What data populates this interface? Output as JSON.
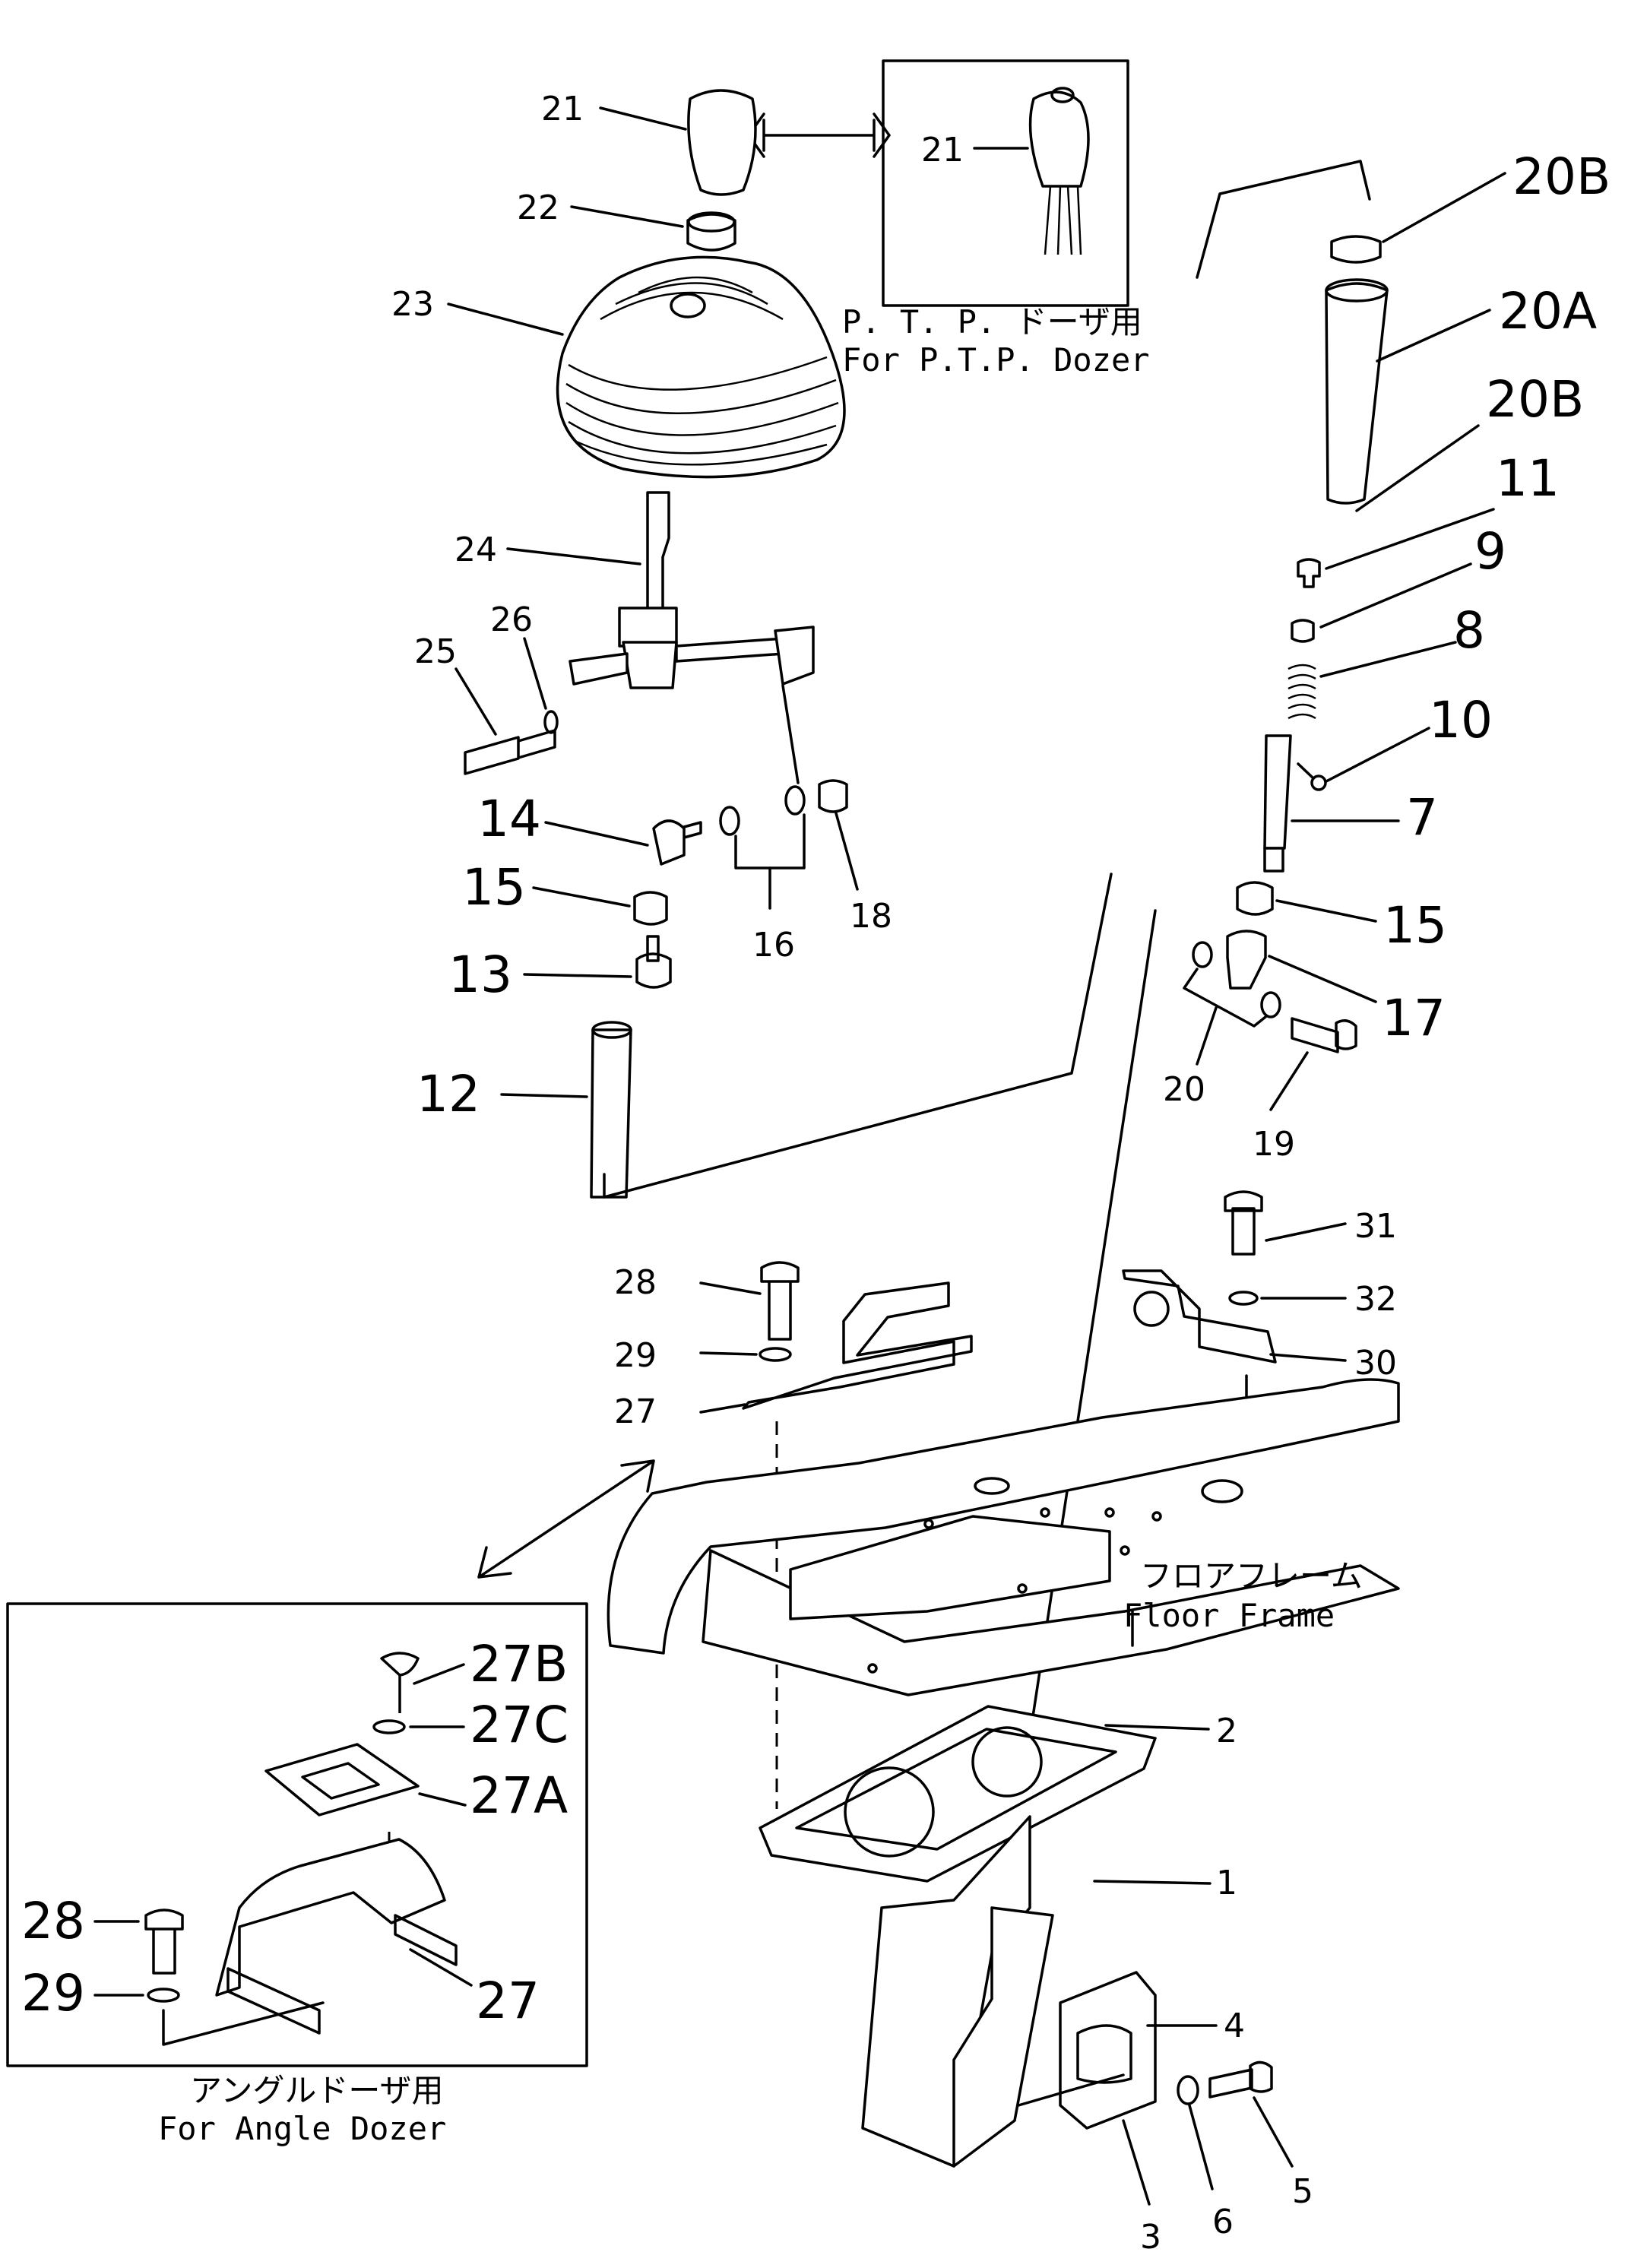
{
  "diagram": {
    "callouts": {
      "c21a": "21",
      "c21b": "21",
      "c22": "22",
      "c23": "23",
      "c24": "24",
      "c25": "25",
      "c26": "26",
      "c14": "14",
      "c15a": "15",
      "c13": "13",
      "c12": "12",
      "c16": "16",
      "c18": "18",
      "c20Btop": "20B",
      "c20A": "20A",
      "c20Bmid": "20B",
      "c11": "11",
      "c9": "9",
      "c8": "8",
      "c10": "10",
      "c7": "7",
      "c15b": "15",
      "c17": "17",
      "c20": "20",
      "c19": "19",
      "c31": "31",
      "c32": "32",
      "c30": "30",
      "c28a": "28",
      "c29a": "29",
      "c27a": "27",
      "c2": "2",
      "c1": "1",
      "c4": "4",
      "c5": "5",
      "c3": "3",
      "c6": "6",
      "c27B": "27B",
      "c27C": "27C",
      "c27A": "27A",
      "c28b": "28",
      "c29b": "29",
      "c27b": "27"
    },
    "inset_ptp": {
      "line1": "P. T. P. ドーザ用",
      "line2": "For P.T.P. Dozer"
    },
    "inset_angle": {
      "line1": "アングルドーザ用",
      "line2": "For Angle Dozer"
    },
    "floor_frame": {
      "line1": "フロアフレーム",
      "line2": "Floor Frame"
    }
  }
}
